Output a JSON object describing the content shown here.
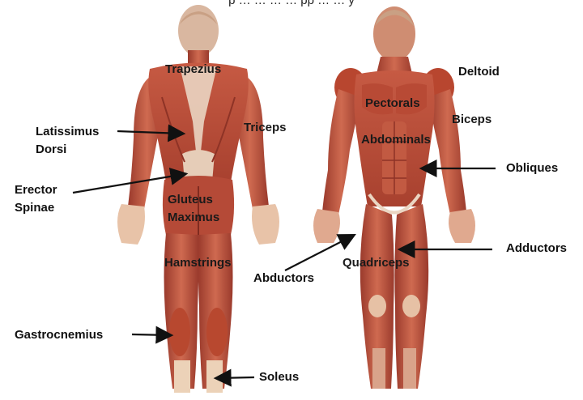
{
  "caption_fragment": "p … … … …  pp … … y",
  "colors": {
    "muscle": "#c1553f",
    "muscle_dark": "#97362a",
    "muscle_light": "#dd8a6c",
    "tendon": "#ecd2b8",
    "arrow": "#111111"
  },
  "back_figure_labels": {
    "trapezius": "Trapezius",
    "latissimus_line1": "Latissimus",
    "latissimus_line2": "Dorsi",
    "triceps": "Triceps",
    "erector_line1": "Erector",
    "erector_line2": "Spinae",
    "gluteus_line1": "Gluteus",
    "gluteus_line2": "Maximus",
    "hamstrings": "Hamstrings",
    "gastrocnemius": "Gastrocnemius",
    "soleus": "Soleus"
  },
  "front_figure_labels": {
    "deltoid": "Deltoid",
    "pectorals": "Pectorals",
    "biceps": "Biceps",
    "abdominals": "Abdominals",
    "obliques": "Obliques",
    "adductors": "Adductors",
    "abductors": "Abductors",
    "quadriceps": "Quadriceps"
  },
  "icons": [
    "back-muscle-figure-icon",
    "front-muscle-figure-icon",
    "arrow-icon"
  ]
}
